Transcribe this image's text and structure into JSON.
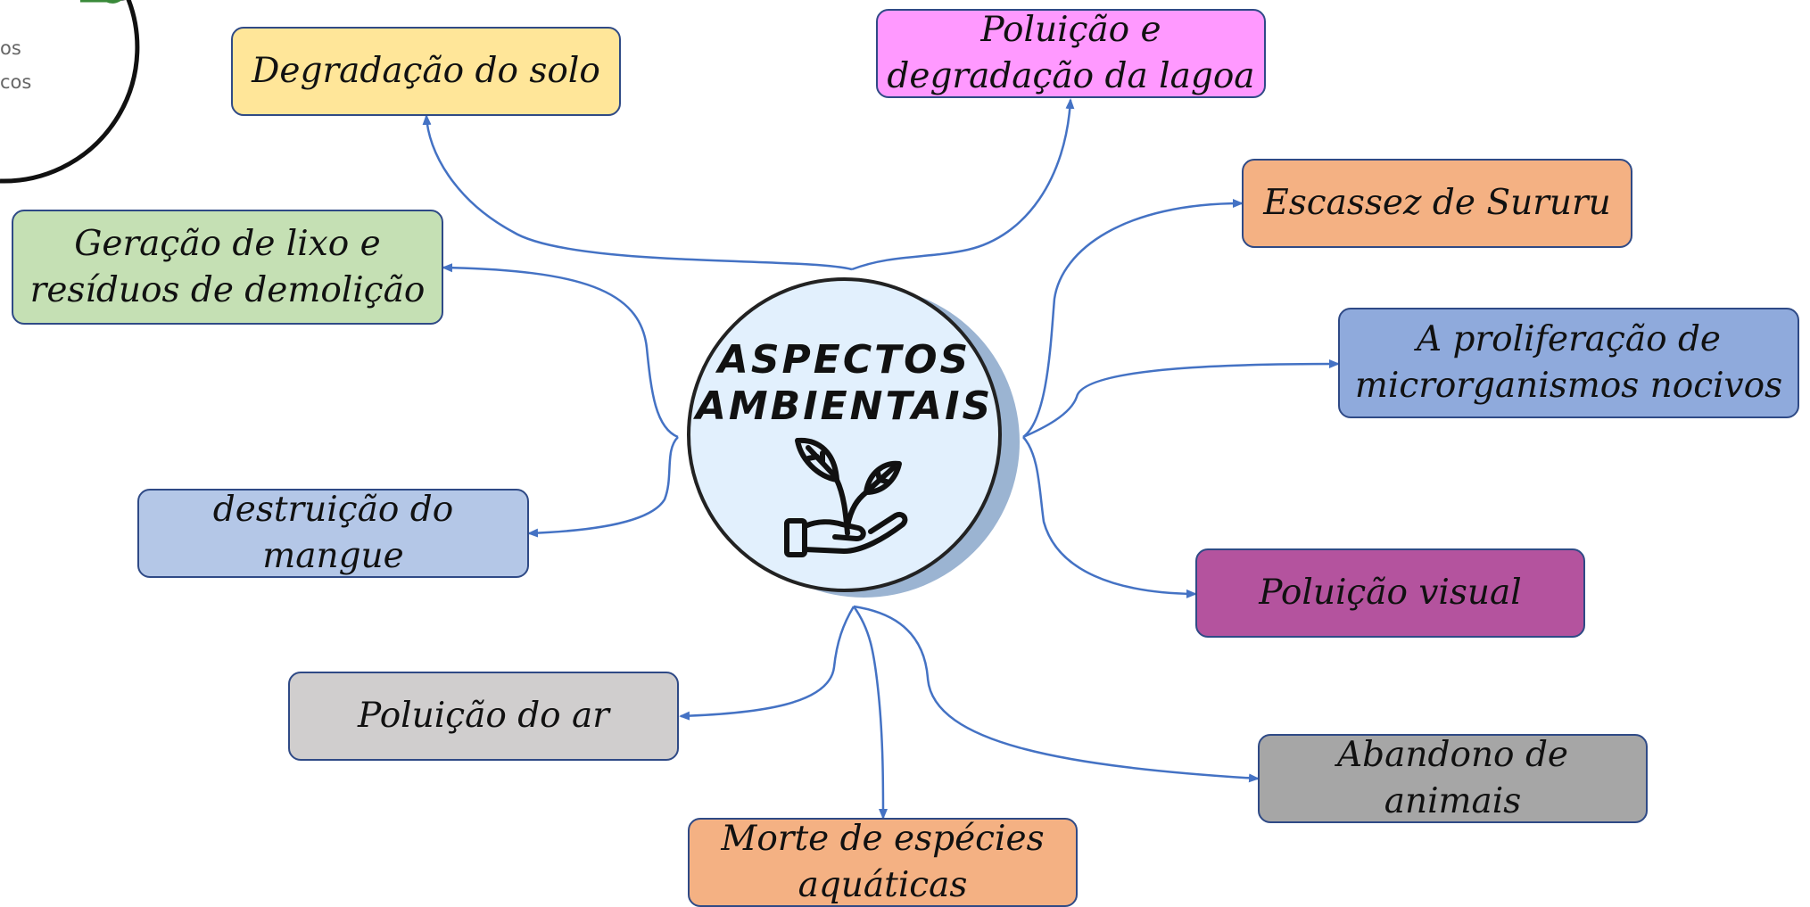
{
  "center": {
    "title": "ASPECTOS\nAMBIENTAIS",
    "icon": "hand-plant-icon",
    "fill": "#e2f0fd",
    "shadow": "#9bb4d2"
  },
  "corner_fragment": {
    "line1": "os",
    "line2": "cos"
  },
  "edge_color": "#4472c4",
  "nodes": [
    {
      "id": "degradacao-solo",
      "label": "Degradação do solo",
      "fill": "#ffe699"
    },
    {
      "id": "poluicao-lagoa",
      "label": "Poluição e\ndegradação da lagoa",
      "fill": "#ff99ff"
    },
    {
      "id": "escassez-sururu",
      "label": "Escassez de Sururu",
      "fill": "#f4b183"
    },
    {
      "id": "geracao-lixo",
      "label": "Geração de lixo e\nresíduos de demolição",
      "fill": "#c5e0b4"
    },
    {
      "id": "proliferacao-microrganismos",
      "label": "A proliferação de\nmicrorganismos nocivos",
      "fill": "#8faadc"
    },
    {
      "id": "destruicao-mangue",
      "label": "destruição do\nmangue",
      "fill": "#b4c7e7"
    },
    {
      "id": "poluicao-visual",
      "label": "Poluição visual",
      "fill": "#b4539e"
    },
    {
      "id": "poluicao-ar",
      "label": "Poluição do ar",
      "fill": "#d0cece"
    },
    {
      "id": "abandono-animais",
      "label": "Abandono de\nanimais",
      "fill": "#a6a6a6"
    },
    {
      "id": "morte-especies",
      "label": "Morte de espécies\naquáticas",
      "fill": "#f4b183"
    }
  ]
}
